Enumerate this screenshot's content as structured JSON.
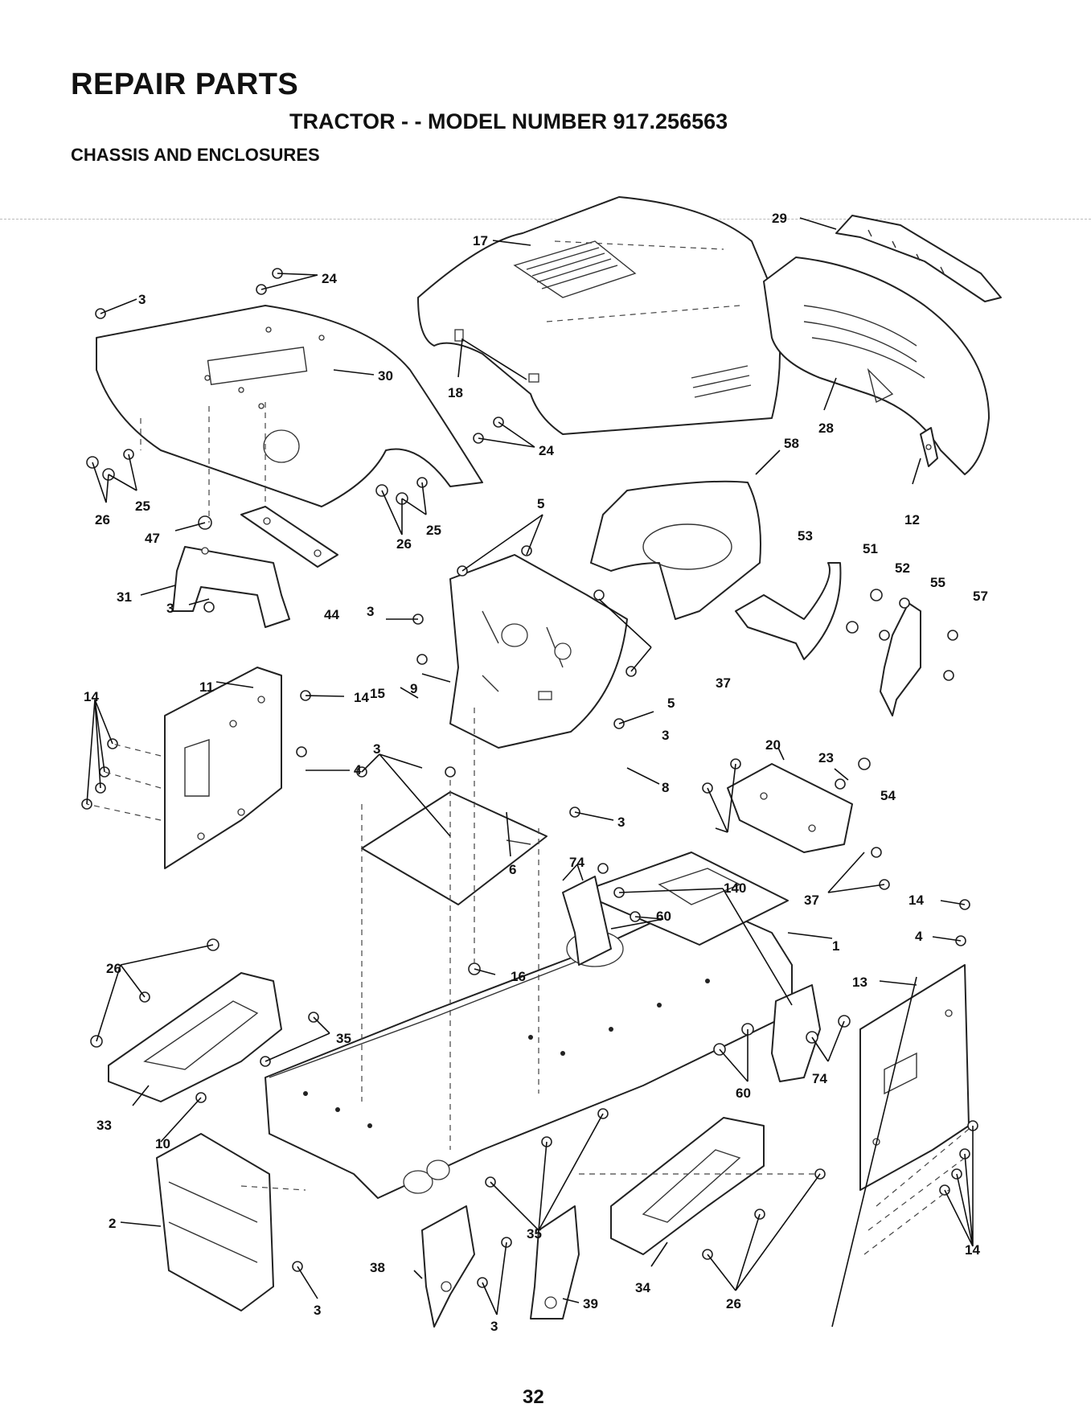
{
  "header": {
    "title": "REPAIR PARTS",
    "model": "TRACTOR - - MODEL NUMBER 917.256563",
    "section": "CHASSIS AND ENCLOSURES"
  },
  "footer": {
    "page_number": "32"
  },
  "callouts": {
    "c1": "1",
    "c2": "2",
    "c3a": "3",
    "c3b": "3",
    "c3c": "3",
    "c3d": "3",
    "c3e": "3",
    "c3f": "3",
    "c3g": "3",
    "c3h": "3",
    "c4a": "4",
    "c4b": "4",
    "c5a": "5",
    "c5b": "5",
    "c6": "6",
    "c8": "8",
    "c9": "9",
    "c10": "10",
    "c11": "11",
    "c12": "12",
    "c13": "13",
    "c14a": "14",
    "c14b": "14",
    "c14c": "14",
    "c14d": "14",
    "c15": "15",
    "c16": "16",
    "c17": "17",
    "c18": "18",
    "c20": "20",
    "c23": "23",
    "c24a": "24",
    "c24b": "24",
    "c25a": "25",
    "c25b": "25",
    "c26a": "26",
    "c26b": "26",
    "c26c": "26",
    "c26d": "26",
    "c28": "28",
    "c29": "29",
    "c30": "30",
    "c31": "31",
    "c33": "33",
    "c34": "34",
    "c35a": "35",
    "c35b": "35",
    "c37a": "37",
    "c37b": "37",
    "c38": "38",
    "c39": "39",
    "c44": "44",
    "c47": "47",
    "c51": "51",
    "c52": "52",
    "c53": "53",
    "c54": "54",
    "c55": "55",
    "c57": "57",
    "c58": "58",
    "c60a": "60",
    "c60b": "60",
    "c74a": "74",
    "c74b": "74",
    "c140": "140"
  }
}
